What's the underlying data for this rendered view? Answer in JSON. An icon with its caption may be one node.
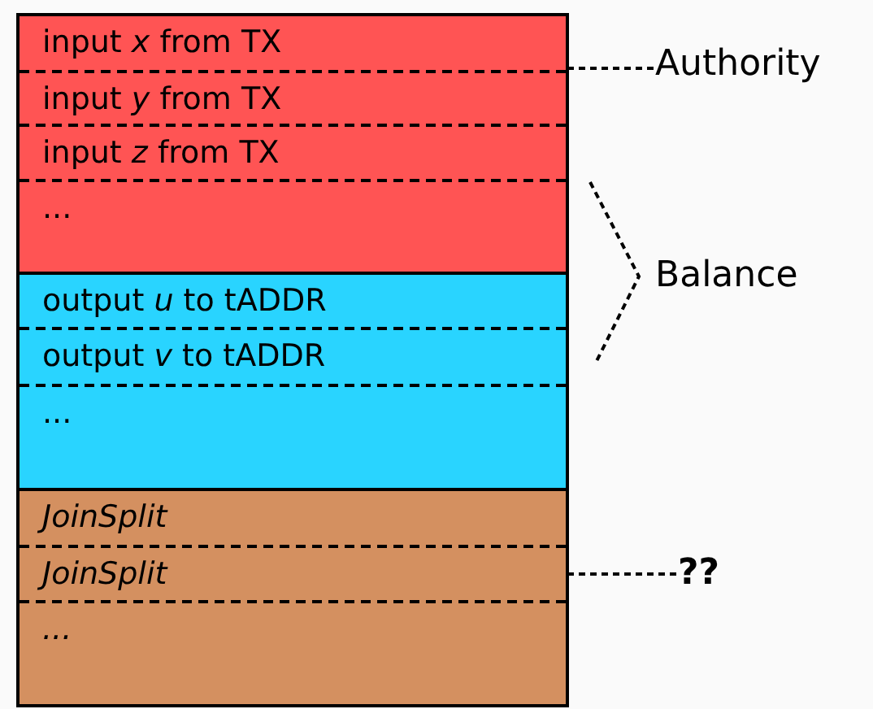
{
  "diagram": {
    "nodes": [
      {
        "text": [],
        "shape": "box"
      },
      {
        "text": [
          "input *x* from TX"
        ],
        "in": 0
      },
      {
        "text": [
          "input *y* from TX"
        ],
        "in": 0
      },
      {
        "text": [
          "input *z* from TX"
        ],
        "in": 0
      },
      {
        "text": [
          "..."
        ],
        "in": 0
      },
      {
        "text": [],
        "shape": "box"
      },
      {
        "text": [
          "output *u* to tADDR"
        ],
        "in": 5
      },
      {
        "text": [
          "output *v* to tADDR"
        ],
        "in": 5
      },
      {
        "text": [
          "..."
        ],
        "in": 5
      },
      {
        "text": [],
        "shape": "box"
      },
      {
        "text": [
          "JoinSplit"
        ],
        "in": 9
      },
      {
        "text": [
          "JoinSplit"
        ],
        "in": 9
      },
      {
        "text": [
          "..."
        ],
        "in": 9
      },
      {
        "text": [
          "Authority"
        ]
      },
      {
        "text": [
          "??"
        ]
      }
    ],
    "edges": [
      {
        "from": 13,
        "to": 0,
        "arrow": "none",
        "style": "dashed"
      },
      {
        "from": 14,
        "to": 9,
        "arrow": "none",
        "style": "dashed"
      }
    ],
    "labels": [
      "Balance"
    ]
  }
}
